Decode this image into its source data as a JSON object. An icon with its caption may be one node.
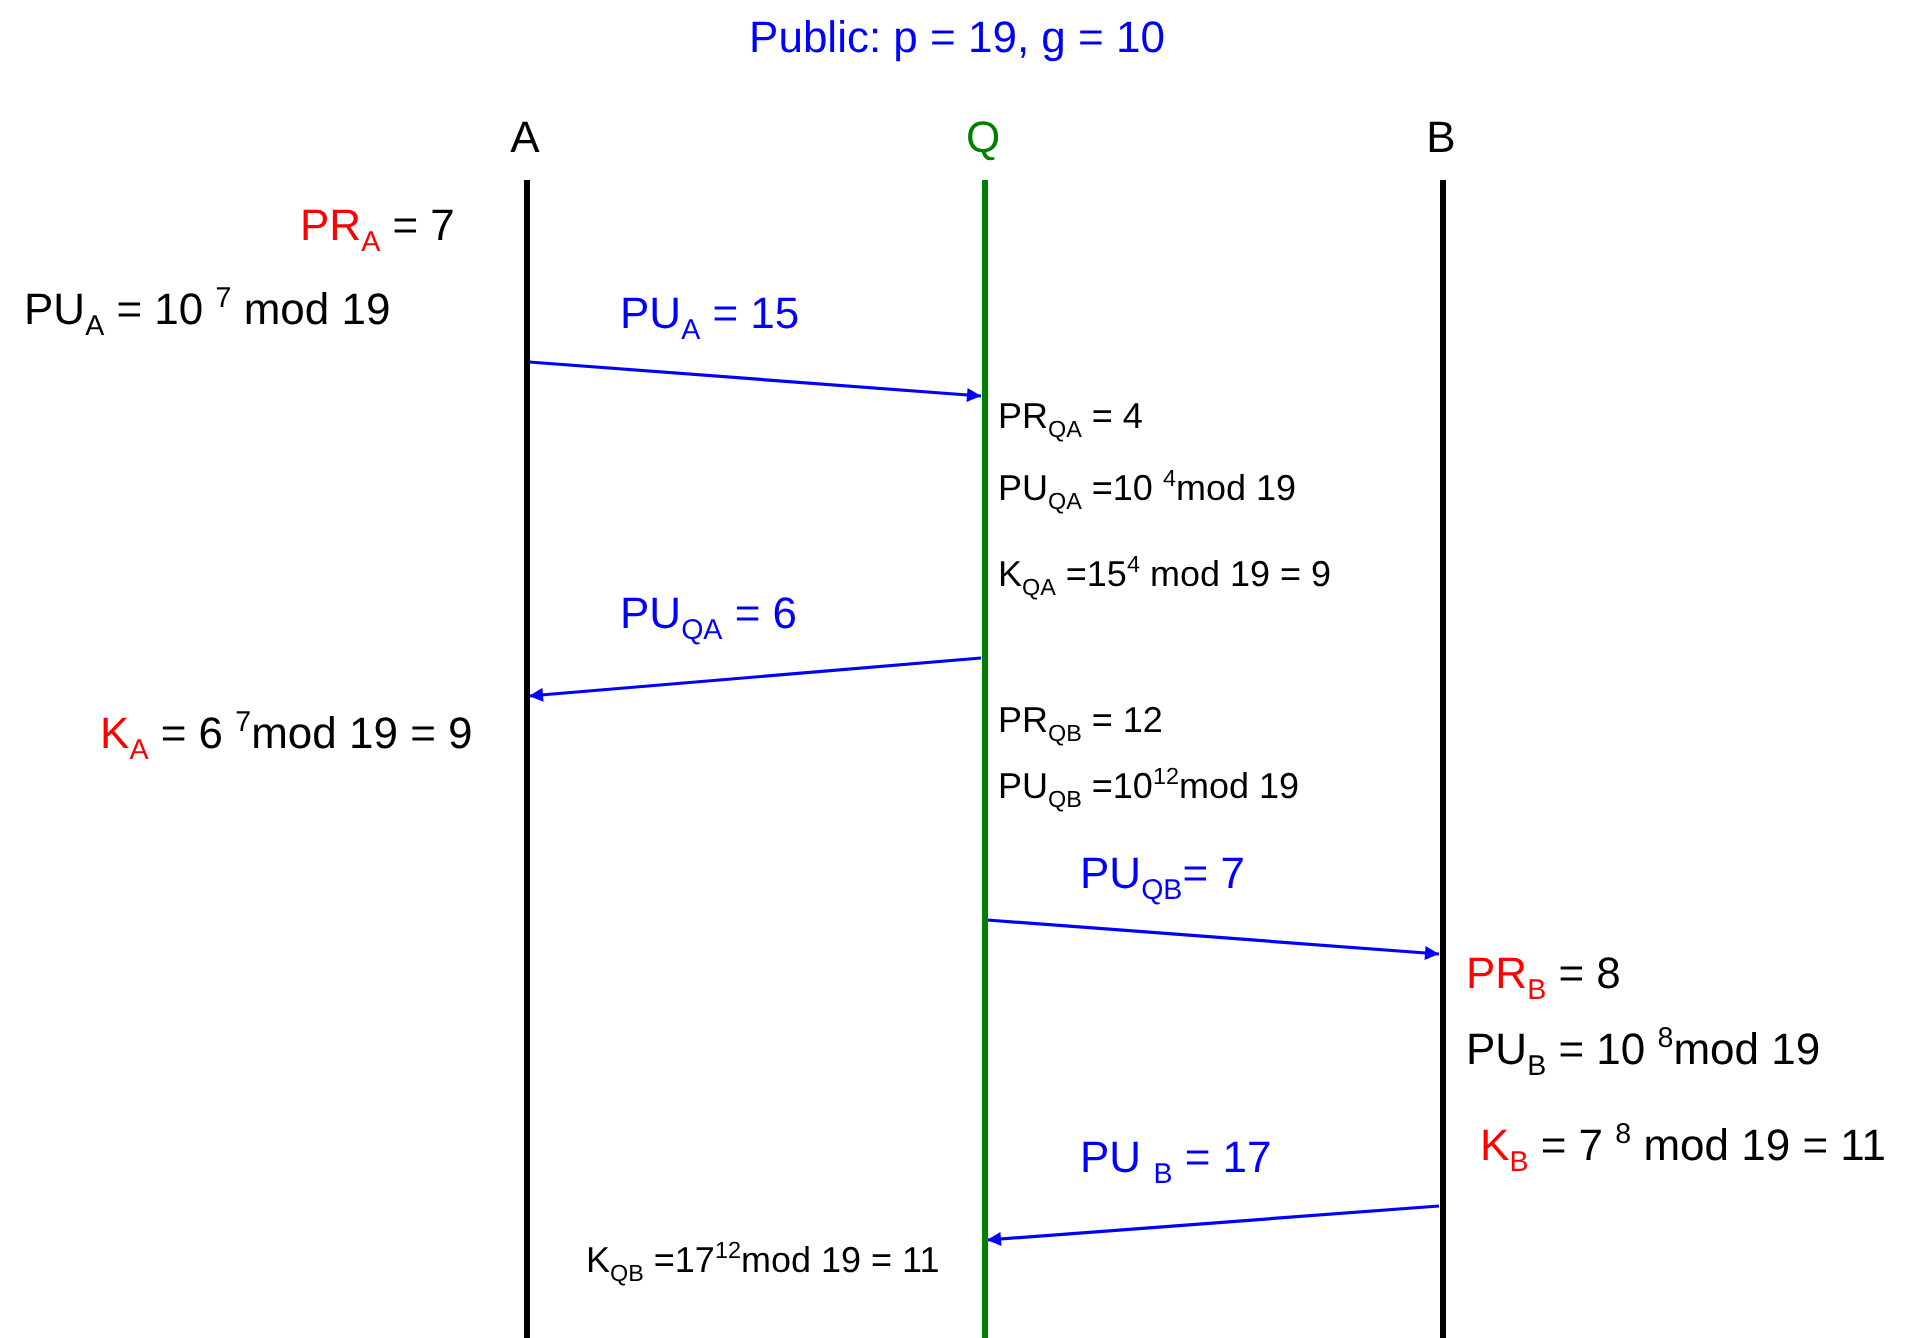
{
  "diagram": {
    "title": "Public: p = 19, g = 10",
    "nodes": [
      {
        "text": [
          "A"
        ]
      },
      {
        "text": [
          "Q"
        ]
      },
      {
        "text": [
          "B"
        ]
      }
    ],
    "edges": [
      {
        "from": 0,
        "to": 1,
        "arrow": "to",
        "label": "PU$_{A}$ = 15"
      },
      {
        "from": 1,
        "to": 0,
        "arrow": "to",
        "label": "PU$_{QA}$ = 6"
      },
      {
        "from": 1,
        "to": 2,
        "arrow": "to",
        "label": "PU$_{QB}$= 7"
      },
      {
        "from": 2,
        "to": 1,
        "arrow": "to",
        "label": "PU $_{B}$ = 17"
      }
    ],
    "labels": [
      "PR$_{A}$ = 7",
      "PU$_{A}$ = 10 $^{7}$ mod 19",
      "PR$_{QA}$ = 4",
      "PU$_{QA}$ =10 $^{4}$mod 19",
      "K$_{QA}$ =15$^{4}$ mod 19 = 9",
      "K$_{A}$ = 6 $^{7}$mod 19 = 9",
      "PR$_{QB}$ = 12",
      "PU$_{QB}$ =10$^{12}$mod 19",
      "PR$_{B}$ = 8",
      "PU$_{B}$ = 10 $^{8}$mod 19",
      "K$_{B}$ = 7 $^{8}$ mod 19 = 11",
      "K$_{QB}$ =17$^{12}$mod 19 = 11"
    ]
  }
}
